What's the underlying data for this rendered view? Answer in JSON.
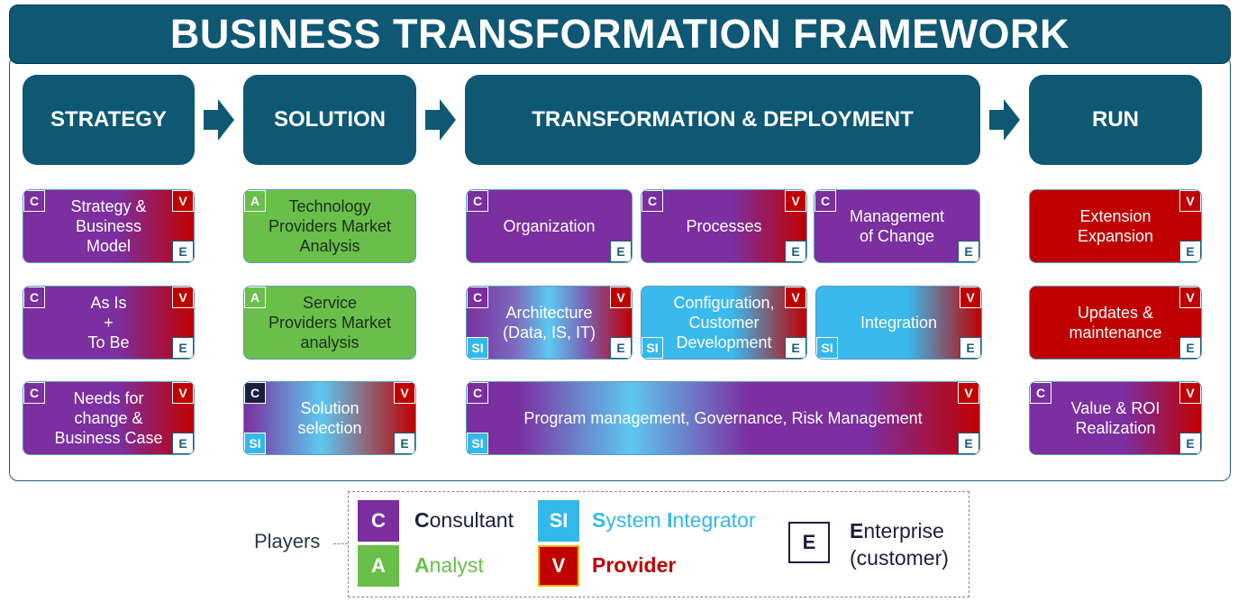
{
  "title": "BUSINESS TRANSFORMATION FRAMEWORK",
  "phases": [
    "STRATEGY",
    "SOLUTION",
    "TRANSFORMATION & DEPLOYMENT",
    "RUN"
  ],
  "badges": {
    "c": "C",
    "a": "A",
    "v": "V",
    "e": "E",
    "si": "SI"
  },
  "boxes": {
    "strategy_business_model": "Strategy &\nBusiness\nModel",
    "as_is_to_be": "As Is\n+\nTo Be",
    "needs_for_change": "Needs for\nchange &\nBusiness Case",
    "tech_providers": "Technology\nProviders Market\nAnalysis",
    "service_providers": "Service\nProviders Market\nanalysis",
    "solution_selection": "Solution\nselection",
    "organization": "Organization",
    "processes": "Processes",
    "management_of_change": "Management\nof Change",
    "architecture": "Architecture\n(Data, IS, IT)",
    "configuration": "Configuration,\nCustomer\nDevelopment",
    "integration": "Integration",
    "program_management": "Program management, Governance, Risk Management",
    "extension": "Extension\nExpansion",
    "updates": "Updates &\nmaintenance",
    "value_roi": "Value & ROI\nRealization"
  },
  "legend": {
    "players_label": "Players",
    "consultant_initial": "C",
    "consultant_rest": "onsultant",
    "analyst_initial": "A",
    "analyst_rest": "nalyst",
    "si_initial1": "S",
    "si_rest1": "ystem ",
    "si_initial2": "I",
    "si_rest2": "ntegrator",
    "provider": "Provider",
    "enterprise_initial": "E",
    "enterprise_rest": "nterprise",
    "enterprise_sub": "(customer)"
  },
  "colors": {
    "navy": "#0e5874",
    "consultant": "#7a2ea0",
    "analyst": "#6abf4b",
    "integrator": "#33b8ec",
    "provider": "#c00000",
    "enterprise": "#1c1e3e"
  }
}
